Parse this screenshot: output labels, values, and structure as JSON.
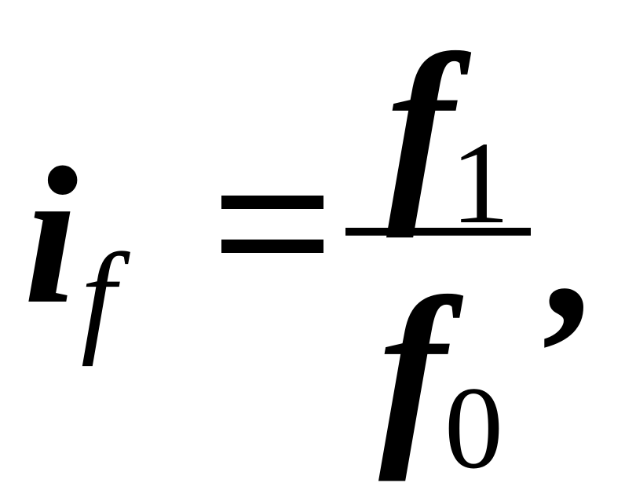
{
  "formula": {
    "lhs_variable": "i",
    "lhs_subscript": "f",
    "relation": "=",
    "numerator_variable": "f",
    "numerator_subscript": "1",
    "denominator_variable": "f",
    "denominator_subscript": "0",
    "trailing_punctuation": ","
  }
}
